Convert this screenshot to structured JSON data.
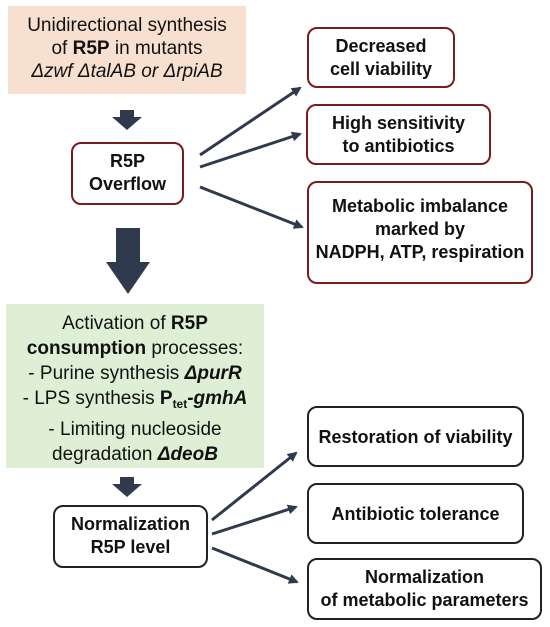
{
  "colors": {
    "peach_bg": "#f8e0d0",
    "green_bg": "#dfefd6",
    "red_border": "#7a1c1c",
    "arrow": "#2f3b4d"
  },
  "top_box": {
    "line1": "Unidirectional synthesis",
    "line2_pre": "of ",
    "line2_bold": "R5P",
    "line2_post": " in mutants",
    "line3": "Δzwf ΔtalAB or ΔrpiAB"
  },
  "overflow_box": {
    "line1": "R5P",
    "line2": "Overflow"
  },
  "outcomes_top": [
    {
      "line1": "Decreased",
      "line2": "cell viability"
    },
    {
      "line1": "High sensitivity",
      "line2": "to antibiotics"
    },
    {
      "line1": "Metabolic imbalance",
      "line2": "marked by",
      "line3": "NADPH, ATP, respiration"
    }
  ],
  "activation_box": {
    "l1_pre": "Activation of ",
    "l1_bold": "R5P",
    "l2_bold": "consumption",
    "l2_post": " processes:",
    "l3_pre": "- Purine synthesis ",
    "l3_gene": "ΔpurR",
    "l4_pre": "- LPS synthesis ",
    "l4_p": "P",
    "l4_sub": "tet",
    "l4_gene": "-gmhA",
    "l5": "- Limiting nucleoside",
    "l6_pre": "degradation ",
    "l6_gene": "ΔdeoB"
  },
  "normalization_box": {
    "line1": "Normalization",
    "line2": "R5P level"
  },
  "outcomes_bottom": [
    {
      "line1": "Restoration of viability"
    },
    {
      "line1": "Antibiotic tolerance"
    },
    {
      "line1": "Normalization",
      "line2": "of metabolic parameters"
    }
  ]
}
